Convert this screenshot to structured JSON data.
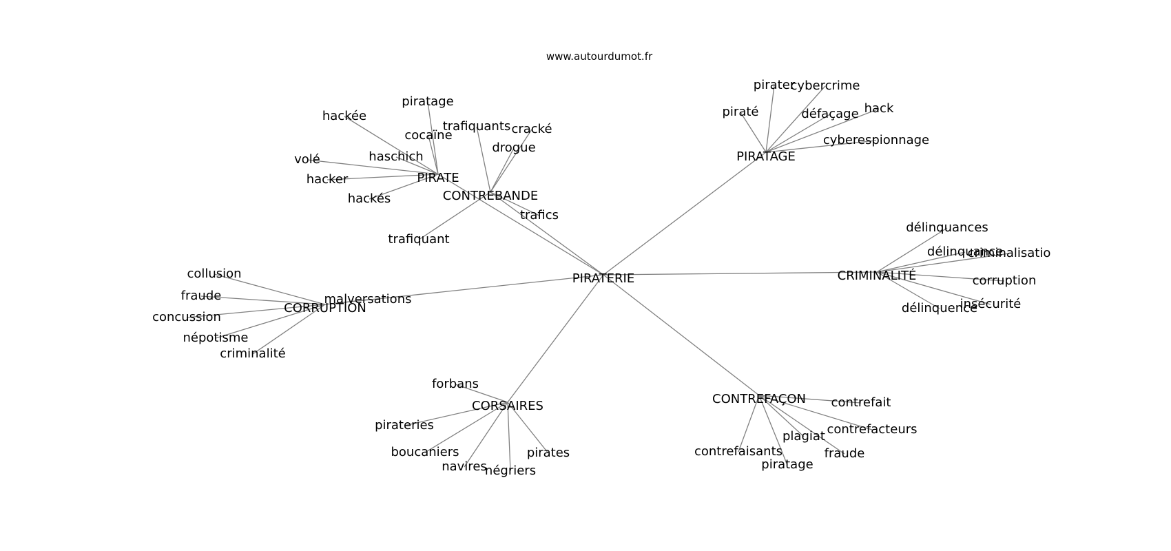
{
  "source": "www.autourdumot.fr",
  "colors": {
    "edge": "#808080",
    "text": "#000000",
    "background": "#ffffff"
  },
  "root": "PIRATERIE",
  "groups": [
    {
      "id": "pirate",
      "label": "PIRATE",
      "words": [
        "piratage",
        "hackée",
        "cocaïne",
        "haschich",
        "volé",
        "hacker",
        "hackés"
      ]
    },
    {
      "id": "contrebande",
      "label": "CONTREBANDE",
      "words": [
        "trafiquants",
        "cracké",
        "drogue",
        "trafics",
        "trafiquant"
      ]
    },
    {
      "id": "piratage",
      "label": "PIRATAGE",
      "words": [
        "pirater",
        "cybercrime",
        "piraté",
        "défaçage",
        "hack",
        "cyberespionnage"
      ]
    },
    {
      "id": "criminalite",
      "label": "CRIMINALITÉ",
      "words": [
        "délinquances",
        "délinquance",
        "criminalisatio",
        "corruption",
        "insécurité",
        "délinquence"
      ]
    },
    {
      "id": "corruption",
      "label": "CORRUPTION",
      "words": [
        "collusion",
        "fraude",
        "malversations",
        "concussion",
        "népotisme",
        "criminalité"
      ]
    },
    {
      "id": "corsaires",
      "label": "CORSAIRES",
      "words": [
        "forbans",
        "pirateries",
        "boucaniers",
        "navires",
        "négriers",
        "pirates"
      ]
    },
    {
      "id": "contrefacon",
      "label": "CONTREFAÇON",
      "words": [
        "contrefait",
        "contrefacteurs",
        "plagiat",
        "fraude",
        "contrefaisants",
        "piratage"
      ]
    }
  ]
}
